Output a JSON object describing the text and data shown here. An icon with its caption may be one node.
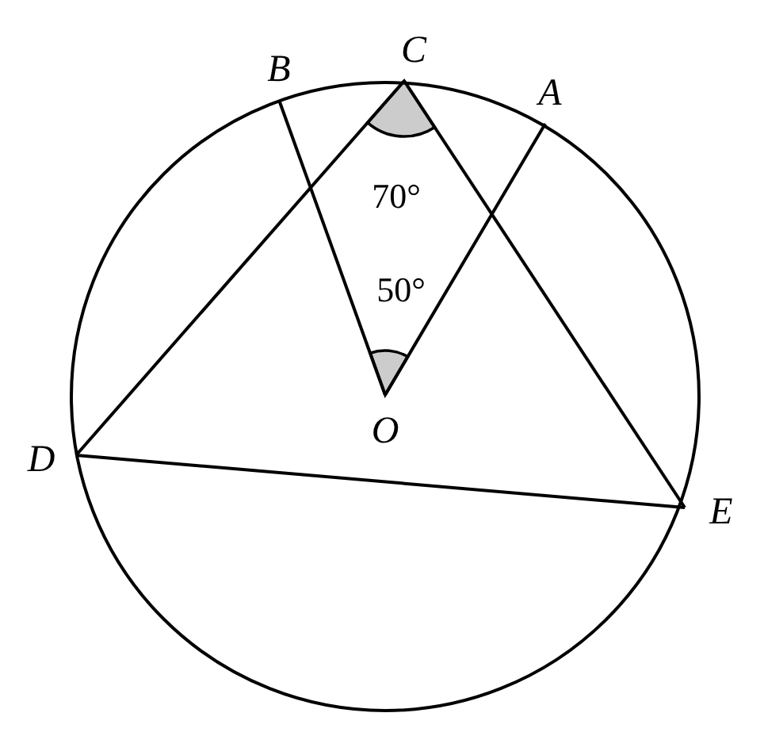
{
  "diagram": {
    "nodes": [
      {
        "text": [
          "B"
        ]
      },
      {
        "text": [
          "C"
        ]
      },
      {
        "text": [
          "A"
        ]
      },
      {
        "text": [
          "D"
        ]
      },
      {
        "text": [
          "O"
        ]
      },
      {
        "text": [
          "E"
        ]
      }
    ],
    "edges": [
      {
        "from": 1,
        "to": 3,
        "arrow": "none"
      },
      {
        "from": 1,
        "to": 5,
        "arrow": "none"
      },
      {
        "from": 3,
        "to": 5,
        "arrow": "none"
      },
      {
        "from": 4,
        "to": 0,
        "arrow": "none"
      },
      {
        "from": 4,
        "to": 2,
        "arrow": "none"
      }
    ],
    "labels": [
      "70°",
      "50°"
    ]
  }
}
